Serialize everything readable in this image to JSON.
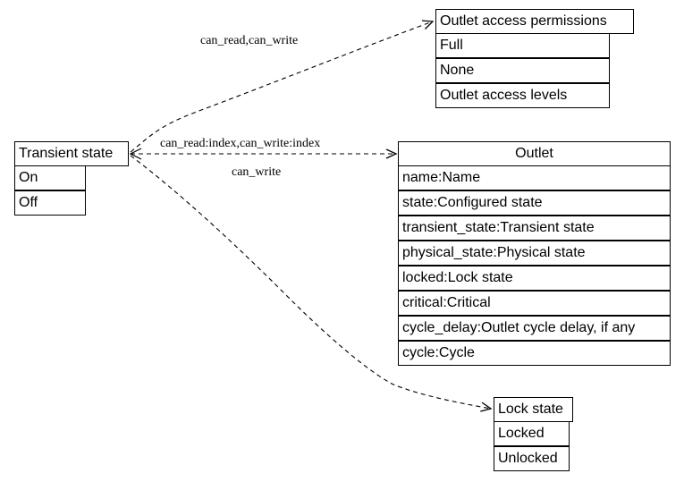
{
  "diagram": {
    "boxes": {
      "permissions": {
        "title": "Outlet access permissions",
        "items": [
          "Full",
          "None",
          "Outlet access levels"
        ]
      },
      "transient": {
        "title": "Transient state",
        "items": [
          "On",
          "Off"
        ]
      },
      "outlet": {
        "title": "Outlet",
        "items": [
          "name:Name",
          "state:Configured state",
          "transient_state:Transient state",
          "physical_state:Physical state",
          "locked:Lock state",
          "critical:Critical",
          "cycle_delay:Outlet cycle delay, if any",
          "cycle:Cycle"
        ]
      },
      "lock": {
        "title": "Lock state",
        "items": [
          "Locked",
          "Unlocked"
        ]
      }
    },
    "edges": {
      "to_permissions": "can_read,can_write",
      "to_outlet": "can_read:index,can_write:index",
      "to_lock": "can_write"
    }
  }
}
